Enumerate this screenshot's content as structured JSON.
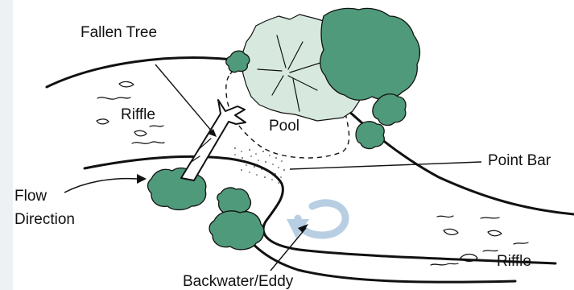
{
  "labels": {
    "fallen_tree": "Fallen Tree",
    "riffle_left": "Riffle",
    "pool": "Pool",
    "point_bar": "Point Bar",
    "flow": "Flow",
    "direction": "Direction",
    "riffle_right": "Riffle",
    "backwater": "Backwater/Eddy"
  },
  "colors": {
    "ink": "#111111",
    "shrub_dark": "#4f9a7a",
    "shrub_light": "#d7e9df",
    "eddy": "#b8cee3"
  }
}
